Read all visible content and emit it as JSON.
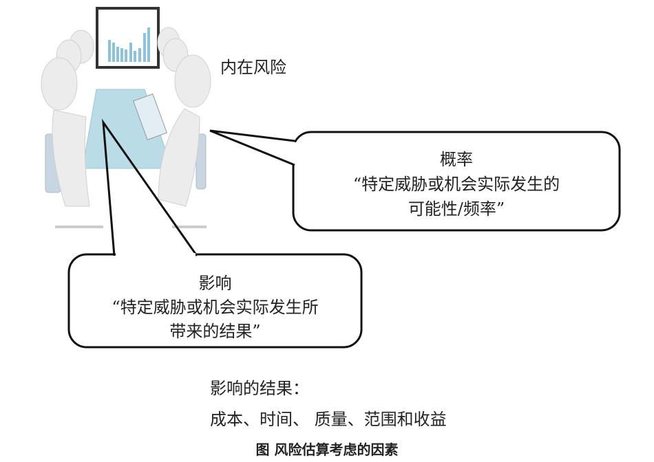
{
  "title": "内在风险",
  "probability_bubble": {
    "heading": "概率",
    "line1": "“特定威胁或机会实际发生的",
    "line2": "可能性/频率”"
  },
  "impact_bubble": {
    "heading": "影响",
    "line1": "“特定威胁或机会实际发生所",
    "line2": "带来的结果”"
  },
  "impact_results": {
    "label": "影响的结果：",
    "items": "成本、时间、 质量、范围和收益"
  },
  "caption": "图 风险估算考虑的因素",
  "colors": {
    "table": "#b9dce6",
    "screen_bar": "#8cc3dc",
    "figure": "#e9e9e9",
    "outline": "#111111"
  }
}
